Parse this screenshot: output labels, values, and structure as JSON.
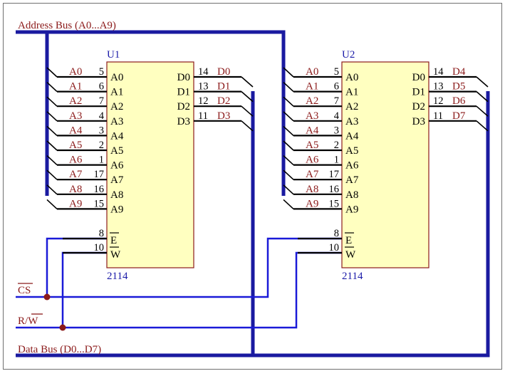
{
  "colors": {
    "bus": "#1a1aa0",
    "wire_blue": "#1a1ad8",
    "wire_black": "#000000",
    "chip_fill": "#ffffc0",
    "chip_border": "#8b1a1a",
    "net_label": "#8b1a1a",
    "ref_text": "#1a1aa8",
    "junction": "#8b1a1a",
    "frame": "#707070"
  },
  "buses": {
    "address": "Address Bus (A0...A9)",
    "data": "Data Bus (D0...D7)"
  },
  "signals": {
    "cs": "CS",
    "rw_r": "R/",
    "rw_w": "W"
  },
  "chips": [
    {
      "ref": "U1",
      "part": "2114",
      "address_pins": [
        {
          "net": "A0",
          "pin": "5",
          "name": "A0"
        },
        {
          "net": "A1",
          "pin": "6",
          "name": "A1"
        },
        {
          "net": "A2",
          "pin": "7",
          "name": "A2"
        },
        {
          "net": "A3",
          "pin": "4",
          "name": "A3"
        },
        {
          "net": "A4",
          "pin": "3",
          "name": "A4"
        },
        {
          "net": "A5",
          "pin": "2",
          "name": "A5"
        },
        {
          "net": "A6",
          "pin": "1",
          "name": "A6"
        },
        {
          "net": "A7",
          "pin": "17",
          "name": "A7"
        },
        {
          "net": "A8",
          "pin": "16",
          "name": "A8"
        },
        {
          "net": "A9",
          "pin": "15",
          "name": "A9"
        }
      ],
      "data_pins": [
        {
          "name": "D0",
          "pin": "14",
          "net": "D0"
        },
        {
          "name": "D1",
          "pin": "13",
          "net": "D1"
        },
        {
          "name": "D2",
          "pin": "12",
          "net": "D2"
        },
        {
          "name": "D3",
          "pin": "11",
          "net": "D3"
        }
      ],
      "control_pins": [
        {
          "pin": "8",
          "name": "E"
        },
        {
          "pin": "10",
          "name": "W"
        }
      ]
    },
    {
      "ref": "U2",
      "part": "2114",
      "address_pins": [
        {
          "net": "A0",
          "pin": "5",
          "name": "A0"
        },
        {
          "net": "A1",
          "pin": "6",
          "name": "A1"
        },
        {
          "net": "A2",
          "pin": "7",
          "name": "A2"
        },
        {
          "net": "A3",
          "pin": "4",
          "name": "A3"
        },
        {
          "net": "A4",
          "pin": "3",
          "name": "A4"
        },
        {
          "net": "A5",
          "pin": "2",
          "name": "A5"
        },
        {
          "net": "A6",
          "pin": "1",
          "name": "A6"
        },
        {
          "net": "A7",
          "pin": "17",
          "name": "A7"
        },
        {
          "net": "A8",
          "pin": "16",
          "name": "A8"
        },
        {
          "net": "A9",
          "pin": "15",
          "name": "A9"
        }
      ],
      "data_pins": [
        {
          "name": "D0",
          "pin": "14",
          "net": "D4"
        },
        {
          "name": "D1",
          "pin": "13",
          "net": "D5"
        },
        {
          "name": "D2",
          "pin": "12",
          "net": "D6"
        },
        {
          "name": "D3",
          "pin": "11",
          "net": "D7"
        }
      ],
      "control_pins": [
        {
          "pin": "8",
          "name": "E"
        },
        {
          "pin": "10",
          "name": "W"
        }
      ]
    }
  ]
}
